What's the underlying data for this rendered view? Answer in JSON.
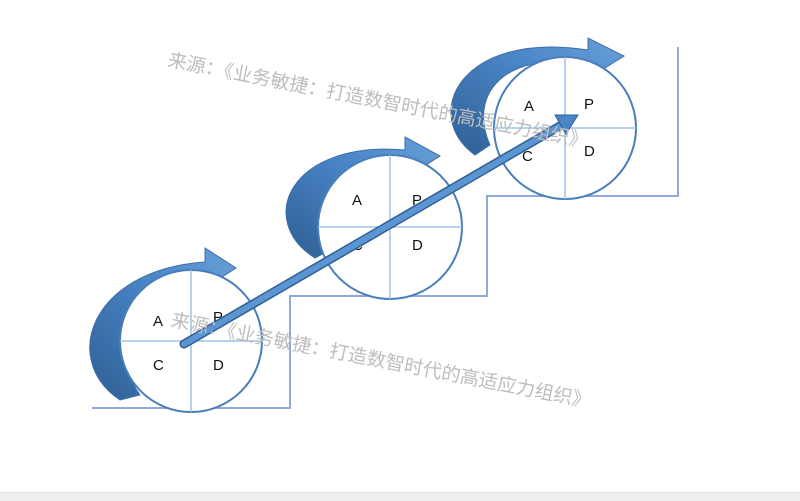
{
  "watermark_text": "来源：《业务敏捷：打造数智时代的高适应力组织》",
  "cycles": [
    {
      "a": "A",
      "p": "P",
      "c": "C",
      "d": "D"
    },
    {
      "a": "A",
      "p": "P",
      "c": "C",
      "d": "D"
    },
    {
      "a": "A",
      "p": "P",
      "c": "C",
      "d": "D"
    }
  ],
  "colors": {
    "arrow_fill": "#4a86c8",
    "arrow_dark": "#2f5f94",
    "circle_stroke": "#4a7ebb",
    "staircase": "#8faadc",
    "watermark": "#bdbdbd"
  }
}
